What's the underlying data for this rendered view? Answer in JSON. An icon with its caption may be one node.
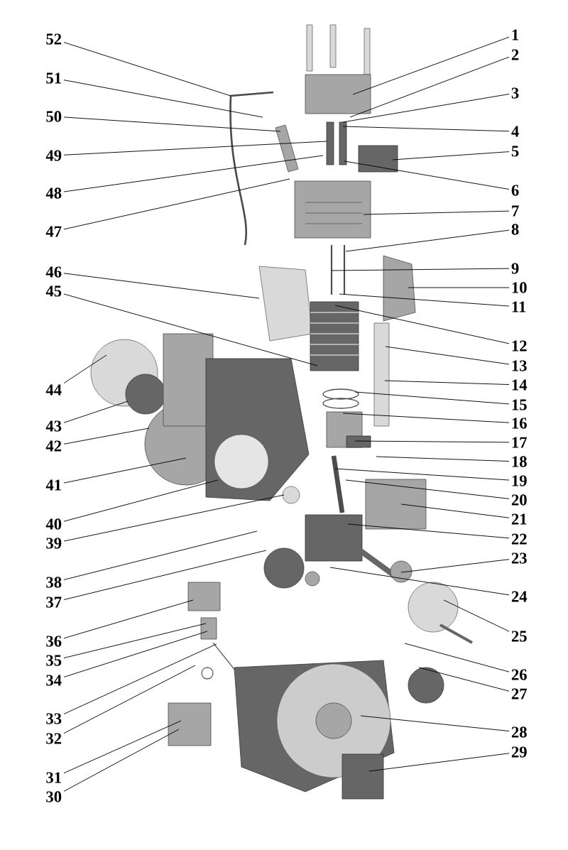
{
  "diagram": {
    "nodes": [
      {
        "text": [
          "1"
        ]
      },
      {
        "text": [
          "2"
        ]
      },
      {
        "text": [
          "3"
        ]
      },
      {
        "text": [
          "4"
        ]
      },
      {
        "text": [
          "5"
        ]
      },
      {
        "text": [
          "6"
        ]
      },
      {
        "text": [
          "7"
        ]
      },
      {
        "text": [
          "8"
        ]
      },
      {
        "text": [
          "9"
        ]
      },
      {
        "text": [
          "10"
        ]
      },
      {
        "text": [
          "11"
        ]
      },
      {
        "text": [
          "12"
        ]
      },
      {
        "text": [
          "13"
        ]
      },
      {
        "text": [
          "14"
        ]
      },
      {
        "text": [
          "15"
        ]
      },
      {
        "text": [
          "16"
        ]
      },
      {
        "text": [
          "17"
        ]
      },
      {
        "text": [
          "18"
        ]
      },
      {
        "text": [
          "19"
        ]
      },
      {
        "text": [
          "20"
        ]
      },
      {
        "text": [
          "21"
        ]
      },
      {
        "text": [
          "22"
        ]
      },
      {
        "text": [
          "23"
        ]
      },
      {
        "text": [
          "24"
        ]
      },
      {
        "text": [
          "25"
        ]
      },
      {
        "text": [
          "26"
        ]
      },
      {
        "text": [
          "27"
        ]
      },
      {
        "text": [
          "28"
        ]
      },
      {
        "text": [
          "29"
        ]
      },
      {
        "text": [
          "30"
        ]
      },
      {
        "text": [
          "31"
        ]
      },
      {
        "text": [
          "32"
        ]
      },
      {
        "text": [
          "33"
        ]
      },
      {
        "text": [
          "34"
        ]
      },
      {
        "text": [
          "35"
        ]
      },
      {
        "text": [
          "36"
        ]
      },
      {
        "text": [
          "37"
        ]
      },
      {
        "text": [
          "38"
        ]
      },
      {
        "text": [
          "39"
        ]
      },
      {
        "text": [
          "40"
        ]
      },
      {
        "text": [
          "41"
        ]
      },
      {
        "text": [
          "42"
        ]
      },
      {
        "text": [
          "43"
        ]
      },
      {
        "text": [
          "44"
        ]
      },
      {
        "text": [
          "45"
        ]
      },
      {
        "text": [
          "46"
        ]
      },
      {
        "text": [
          "47"
        ]
      },
      {
        "text": [
          "48"
        ]
      },
      {
        "text": [
          "49"
        ]
      },
      {
        "text": [
          "50"
        ]
      },
      {
        "text": [
          "51"
        ]
      },
      {
        "text": [
          "52"
        ]
      }
    ],
    "edges": [
      {
        "from": 0,
        "to": null,
        "arrow": "none"
      },
      {
        "from": 1,
        "to": null,
        "arrow": "none"
      },
      {
        "from": 2,
        "to": null,
        "arrow": "none"
      },
      {
        "from": 3,
        "to": null,
        "arrow": "none"
      },
      {
        "from": 4,
        "to": null,
        "arrow": "none"
      },
      {
        "from": 5,
        "to": null,
        "arrow": "none"
      },
      {
        "from": 6,
        "to": null,
        "arrow": "none"
      },
      {
        "from": 7,
        "to": null,
        "arrow": "none"
      },
      {
        "from": 8,
        "to": null,
        "arrow": "none"
      },
      {
        "from": 9,
        "to": null,
        "arrow": "none"
      },
      {
        "from": 10,
        "to": null,
        "arrow": "none"
      },
      {
        "from": 11,
        "to": null,
        "arrow": "none"
      },
      {
        "from": 12,
        "to": null,
        "arrow": "none"
      },
      {
        "from": 13,
        "to": null,
        "arrow": "none"
      },
      {
        "from": 14,
        "to": null,
        "arrow": "none"
      },
      {
        "from": 15,
        "to": null,
        "arrow": "none"
      },
      {
        "from": 16,
        "to": null,
        "arrow": "none"
      },
      {
        "from": 17,
        "to": null,
        "arrow": "none"
      },
      {
        "from": 18,
        "to": null,
        "arrow": "none"
      },
      {
        "from": 19,
        "to": null,
        "arrow": "none"
      },
      {
        "from": 20,
        "to": null,
        "arrow": "none"
      },
      {
        "from": 21,
        "to": null,
        "arrow": "none"
      },
      {
        "from": 22,
        "to": null,
        "arrow": "none"
      },
      {
        "from": 23,
        "to": null,
        "arrow": "none"
      },
      {
        "from": 24,
        "to": null,
        "arrow": "none"
      },
      {
        "from": 25,
        "to": null,
        "arrow": "none"
      },
      {
        "from": 26,
        "to": null,
        "arrow": "none"
      },
      {
        "from": 27,
        "to": null,
        "arrow": "none"
      },
      {
        "from": 28,
        "to": null,
        "arrow": "none"
      },
      {
        "from": 29,
        "to": null,
        "arrow": "none"
      },
      {
        "from": 30,
        "to": null,
        "arrow": "none"
      },
      {
        "from": 31,
        "to": null,
        "arrow": "none"
      },
      {
        "from": 32,
        "to": null,
        "arrow": "none"
      },
      {
        "from": 33,
        "to": null,
        "arrow": "none"
      },
      {
        "from": 34,
        "to": null,
        "arrow": "none"
      },
      {
        "from": 35,
        "to": null,
        "arrow": "none"
      },
      {
        "from": 36,
        "to": null,
        "arrow": "none"
      },
      {
        "from": 37,
        "to": null,
        "arrow": "none"
      },
      {
        "from": 38,
        "to": null,
        "arrow": "none"
      },
      {
        "from": 39,
        "to": null,
        "arrow": "none"
      },
      {
        "from": 40,
        "to": null,
        "arrow": "none"
      },
      {
        "from": 41,
        "to": null,
        "arrow": "none"
      },
      {
        "from": 42,
        "to": null,
        "arrow": "none"
      },
      {
        "from": 43,
        "to": null,
        "arrow": "none"
      },
      {
        "from": 44,
        "to": null,
        "arrow": "none"
      },
      {
        "from": 45,
        "to": null,
        "arrow": "none"
      },
      {
        "from": 46,
        "to": null,
        "arrow": "none"
      },
      {
        "from": 47,
        "to": null,
        "arrow": "none"
      },
      {
        "from": 48,
        "to": null,
        "arrow": "none"
      },
      {
        "from": 49,
        "to": null,
        "arrow": "none"
      },
      {
        "from": 50,
        "to": null,
        "arrow": "none"
      },
      {
        "from": 51,
        "to": null,
        "arrow": "none"
      }
    ]
  }
}
